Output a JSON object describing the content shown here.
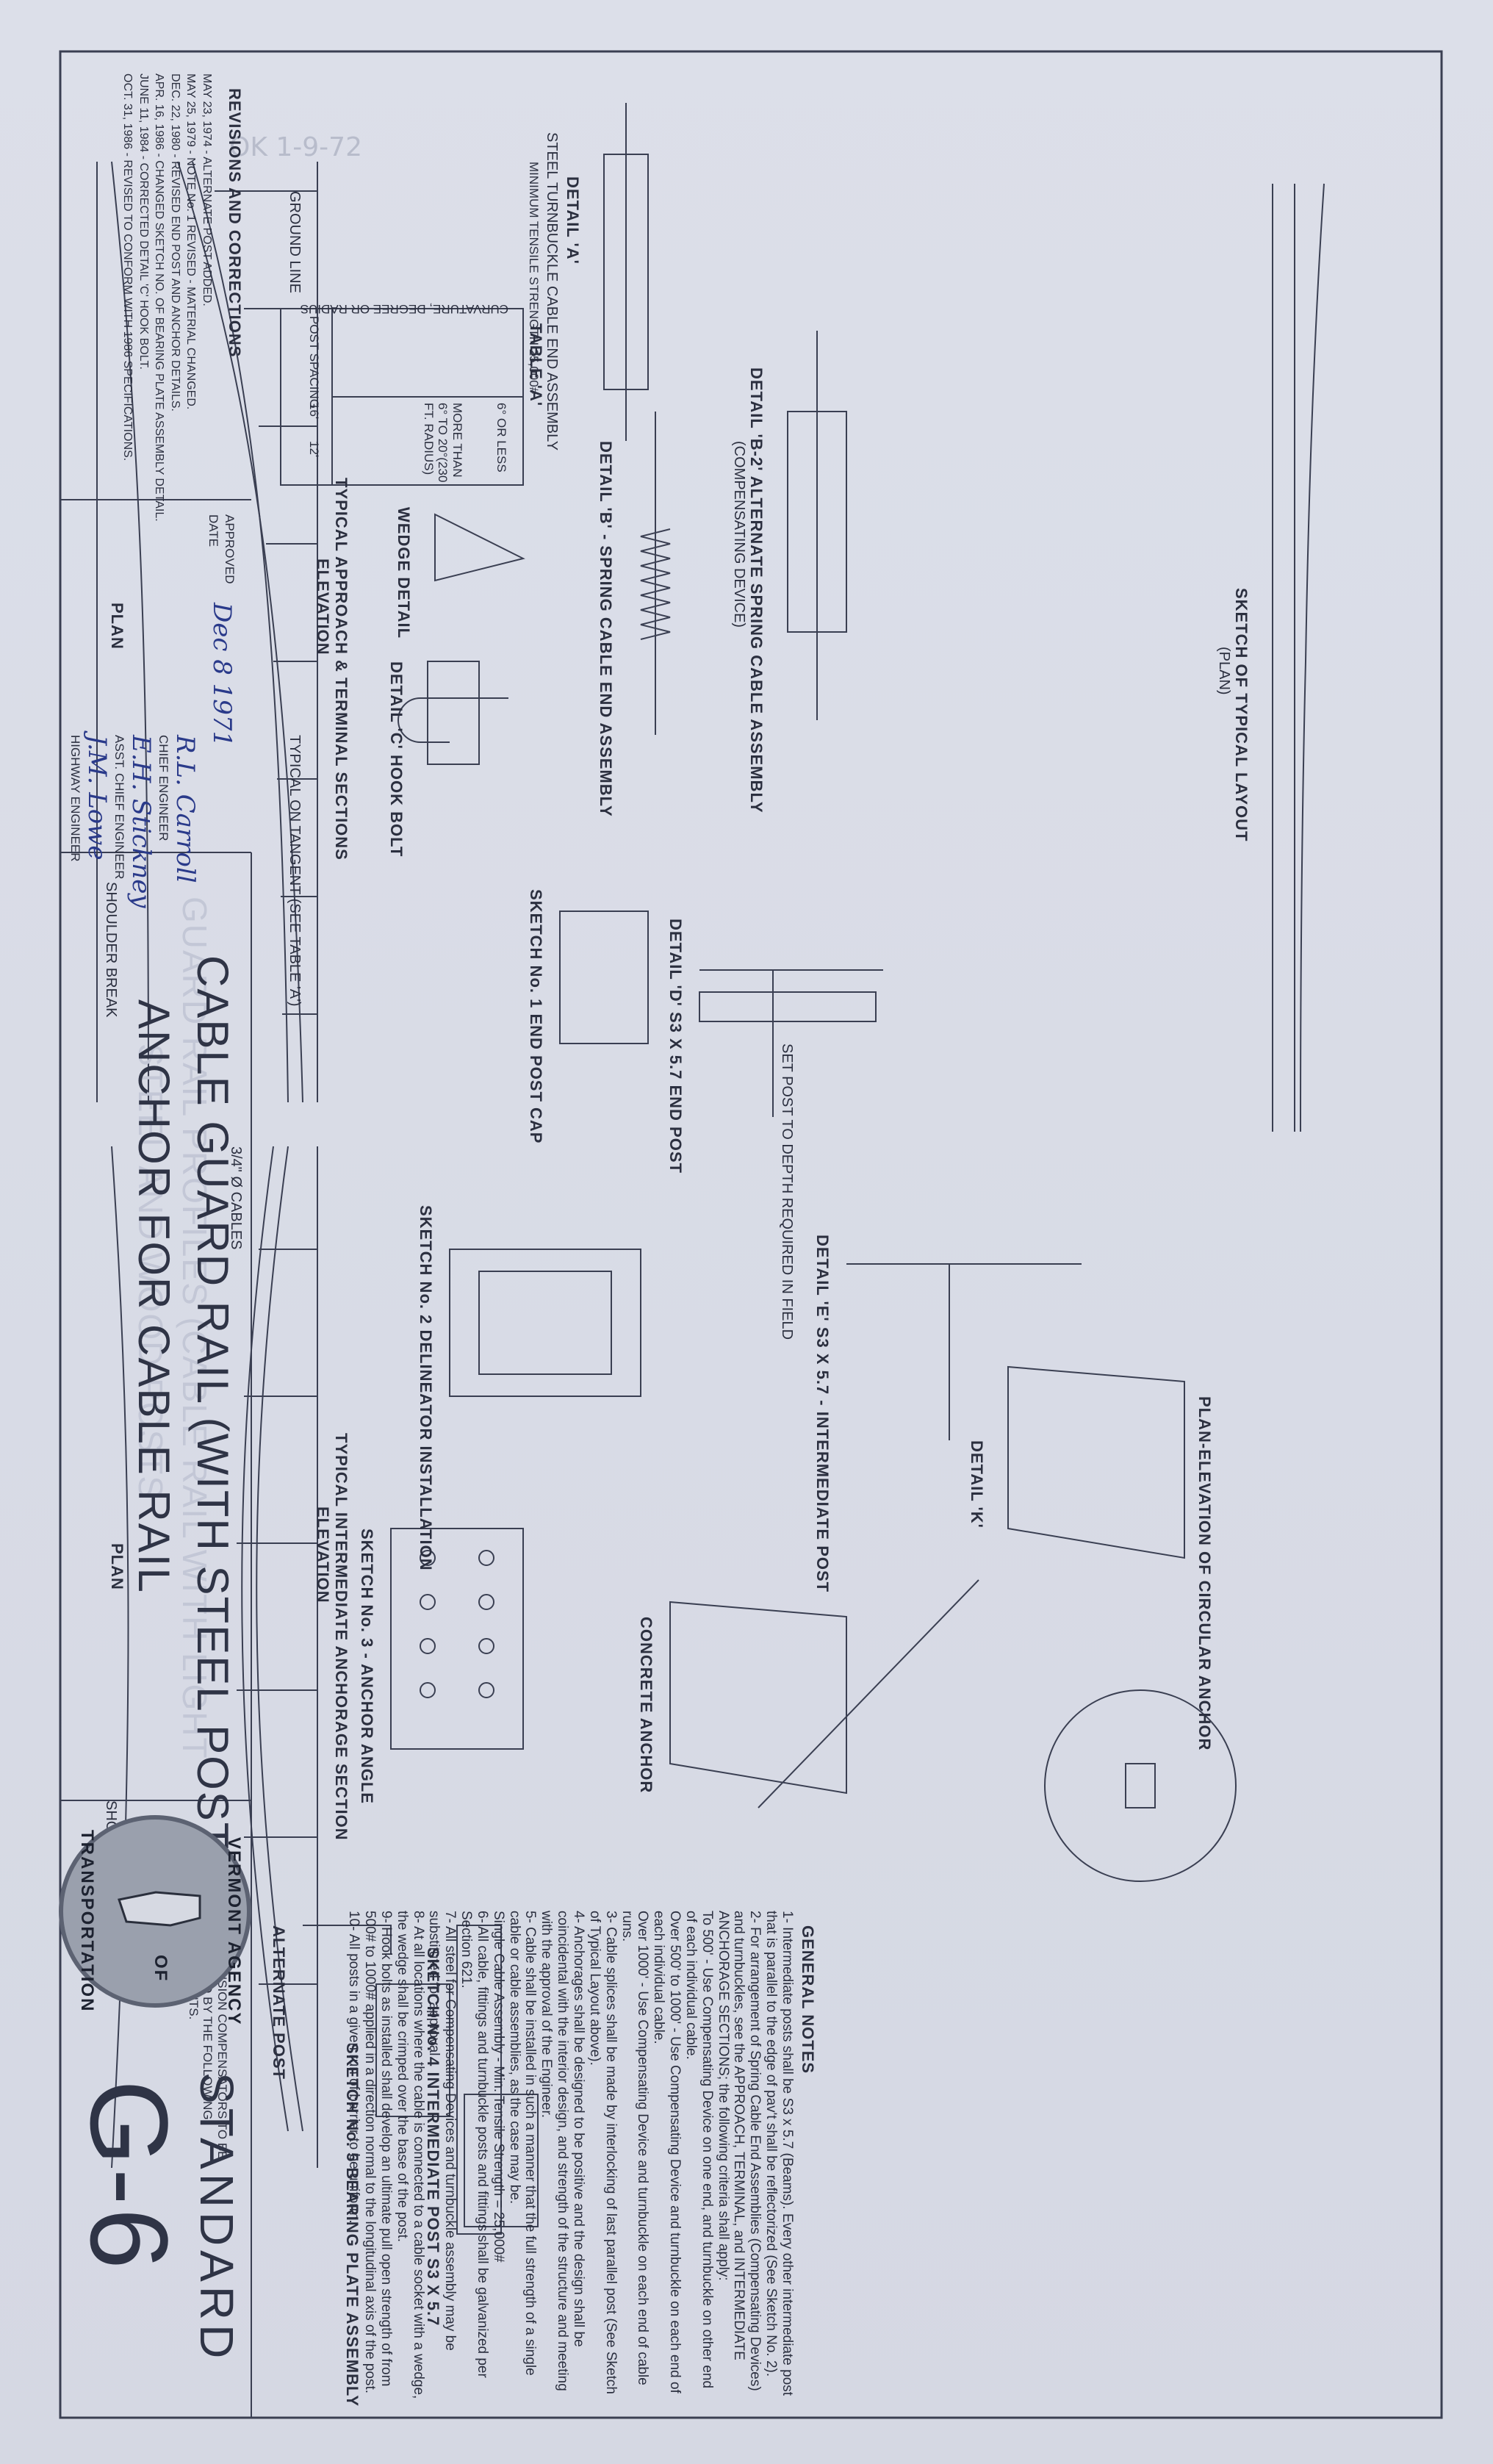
{
  "pencil_note": "OK 1-9-72",
  "title": {
    "line1": "CABLE GUARD RAIL (WITH STEEL POSTS)",
    "line2": "ANCHOR FOR CABLE RAIL",
    "ghost1": "GUARD RAIL PROFILES (CABLE RAIL WITH LIGHT",
    "ghost2": "STEEL AND WOOD POSTS"
  },
  "standard_label": "STANDARD",
  "standard_number": "G-6",
  "agency": {
    "top": "VERMONT AGENCY",
    "of": "OF",
    "bottom": "TRANSPORTATION"
  },
  "approvals": {
    "approved": "APPROVED",
    "date_label": "DATE",
    "date_value": "Dec 8 1971",
    "chief_engineer_label": "CHIEF ENGINEER",
    "asst_chief_engineer_label": "ASST. CHIEF ENGINEER",
    "highway_engineer_label": "HIGHWAY ENGINEER",
    "sig1": "R.L. Carroll",
    "sig2": "E.H. Stickney",
    "sig3": "J.M. Lowe"
  },
  "revisions": {
    "heading": "REVISIONS AND CORRECTIONS",
    "lines": [
      "MAY 23, 1974 - ALTERNATE POST ADDED.",
      "MAY 25, 1979 - NOTE No. 1 REVISED - MATERIAL CHANGED.",
      "DEC. 22, 1980 - REVISED END POST AND ANCHOR DETAILS.",
      "APR. 16, 1986 - CHANGED SKETCH NO. OF BEARING PLATE ASSEMBLY DETAIL.",
      "JUNE 11, 1984 - CORRECTED DETAIL 'C' HOOK BOLT.",
      "OCT. 31, 1986 - REVISED TO CONFORM WITH 1986 SPECIFICATIONS."
    ]
  },
  "sections": {
    "approach": "TYPICAL APPROACH & TERMINAL SECTIONS",
    "intermediate": "TYPICAL INTERMEDIATE ANCHORAGE SECTION",
    "elevation": "ELEVATION",
    "plan": "PLAN",
    "sketch_typical_layout": "SKETCH OF TYPICAL LAYOUT",
    "plan_paren": "(PLAN)"
  },
  "labels": {
    "detal_a": "DETAIL 'A'",
    "steel_turnbuckle": "STEEL TURNBUCKLE CABLE END ASSEMBLY",
    "min_tensile": "MINIMUM TENSILE STRENGTH 25,000#",
    "detail_b": "DETAIL 'B' - SPRING CABLE END ASSEMBLY",
    "detail_b2": "DETAIL 'B-2' ALTERNATE SPRING CABLE ASSEMBLY",
    "compensating": "(COMPENSATING DEVICE)",
    "wedge_detail": "WEDGE DETAIL",
    "hook_bolt": "DETAIL 'C' HOOK BOLT",
    "end_post": "DETAIL 'D' S3 X 5.7 END POST",
    "intermediate_post": "DETAIL 'E' S3 X 5.7 - INTERMEDIATE POST",
    "sketch1": "SKETCH No. 1 END POST CAP",
    "sketch2": "SKETCH No. 2 DELINEATOR INSTALLATION",
    "sketch3": "SKETCH No. 3 - ANCHOR ANGLE",
    "sketch4": "SKETCH No. 4 INTERMEDIATE POST S3 X 5.7",
    "sketch5": "SKETCH No. 5 BEARING PLATE ASSEMBLY",
    "alternate_post": "ALTERNATE POST",
    "concrete_anchor": "CONCRETE ANCHOR",
    "circular_anchor": "PLAN-ELEVATION OF CIRCULAR ANCHOR",
    "detail_k": "DETAIL 'K'",
    "cable_tension": "CABLE TENSION COMPENSATORS TO BE DETERMINED BY THE FOLLOWING MEASUREMENTS.",
    "table_a": "TABLE 'A'",
    "table_col1": "CURVATURE, DEGREE OR RADIUS",
    "table_col2": "POST SPACING",
    "table_r1c1": "6° OR LESS",
    "table_r1c2": "16'",
    "table_r2c1": "MORE THAN 6° TO 20°(230 FT. RADIUS)",
    "table_r2c2": "12'",
    "shoulder_break": "SHOULDER BREAK",
    "ground_line": "GROUND LINE",
    "set_post_depth": "SET POST TO DEPTH REQUIRED IN FIELD",
    "typical_on_tangent": "TYPICAL ON TANGENT (SEE TABLE 'A')",
    "three_quarter_cables": "3/4\" Ø CABLES",
    "general_notes": "GENERAL NOTES"
  },
  "general_notes": [
    "1- Intermediate posts shall be S3 x 5.7 (Beams). Every other intermediate post that is parallel to the edge of pav't shall be reflectorized (See Sketch No. 2).",
    "2- For arrangement of Spring Cable End Assemblies (Compensating Devices) and turnbuckles, see the APPROACH, TERMINAL, and INTERMEDIATE ANCHORAGE SECTIONS; the following criteria shall apply:",
    "To 500' - Use Compensating Device on one end, and turnbuckle on other end of each individual cable.",
    "Over 500' to 1000' - Use Compensating Device and turnbuckle on each end of each individual cable.",
    "Over 1000' - Use Compensating Device and turnbuckle on each end of cable runs.",
    "3- Cable splices shall be made by interlocking of last parallel post (See Sketch of Typical Layout above).",
    "4- Anchorages shall be designed to be positive and the design shall be coincidental with the interior design, and strength of the structure and meeting with the approval of the Engineer.",
    "5- Cable shall be installed in such a manner that the full strength of a single cable or cable assemblies, as the case may be.",
    "Single Cable Assembly - Min. Tensile Strength = 25,000#",
    "6- All cable, fittings and turnbuckle posts and fittings shall be galvanized per Section 621.",
    "7- All steel for Compensating Devices and turnbuckle assembly may be substituted for approval.",
    "8- At all locations where the cable is connected to a cable socket with a wedge, the wedge shall be crimped over the base of the post.",
    "9- Hook bolts as installed shall develop an ultimate pull open strength of from 500# to 1000# applied in a direction normal to the longitudinal axis of the post.",
    "10- All posts in a given run of barrier to be uniform."
  ]
}
